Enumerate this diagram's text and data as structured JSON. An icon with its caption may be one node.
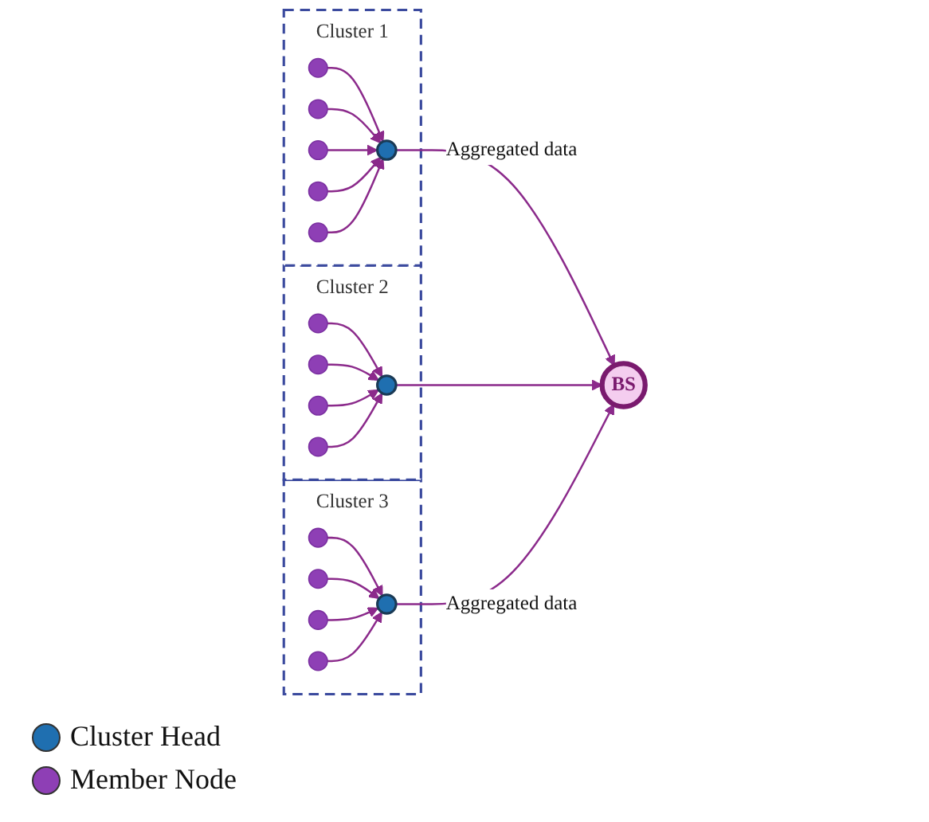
{
  "diagram": {
    "nodes": [
      {
        "text": [
          "Cluster 1"
        ]
      },
      {
        "text": [],
        "shape": "circle",
        "in": 0
      },
      {
        "text": [],
        "shape": "circle",
        "in": 0
      },
      {
        "text": [],
        "shape": "circle",
        "in": 0
      },
      {
        "text": [],
        "shape": "circle",
        "in": 0
      },
      {
        "text": [],
        "shape": "circle",
        "in": 0
      },
      {
        "text": [],
        "shape": "circle",
        "in": 0
      },
      {
        "text": [
          "BS"
        ]
      },
      {
        "text": [
          "Cluster 2"
        ]
      },
      {
        "text": [],
        "shape": "circle",
        "in": 8
      },
      {
        "text": [],
        "shape": "circle",
        "in": 8
      },
      {
        "text": [],
        "shape": "circle",
        "in": 8
      },
      {
        "text": [],
        "shape": "circle",
        "in": 8
      },
      {
        "text": [],
        "shape": "circle",
        "in": 8
      },
      {
        "text": [
          "Cluster 3"
        ]
      },
      {
        "text": [],
        "shape": "circle",
        "in": 14
      },
      {
        "text": [],
        "shape": "circle",
        "in": 14
      },
      {
        "text": [],
        "shape": "circle",
        "in": 14
      },
      {
        "text": [],
        "shape": "circle",
        "in": 14
      },
      {
        "text": [],
        "shape": "circle",
        "in": 14
      }
    ],
    "edges": [
      {
        "from": 2,
        "to": 1,
        "arrow": "to"
      },
      {
        "from": 3,
        "to": 1,
        "arrow": "to"
      },
      {
        "from": 4,
        "to": 1,
        "arrow": "to"
      },
      {
        "from": 5,
        "to": 1,
        "arrow": "to"
      },
      {
        "from": 6,
        "to": 1,
        "arrow": "to"
      },
      {
        "from": 1,
        "to": 7,
        "label": "Aggregated data",
        "arrow": "to"
      },
      {
        "from": 10,
        "to": 9,
        "arrow": "to"
      },
      {
        "from": 11,
        "to": 9,
        "arrow": "to"
      },
      {
        "from": 12,
        "to": 9,
        "arrow": "to"
      },
      {
        "from": 13,
        "to": 9,
        "arrow": "to"
      },
      {
        "from": 9,
        "to": 7,
        "arrow": "to"
      },
      {
        "from": 16,
        "to": 15,
        "arrow": "to"
      },
      {
        "from": 17,
        "to": 15,
        "arrow": "to"
      },
      {
        "from": 18,
        "to": 15,
        "arrow": "to"
      },
      {
        "from": 19,
        "to": 15,
        "arrow": "to"
      },
      {
        "from": 15,
        "to": 7,
        "label": "Aggregated data",
        "arrow": "to"
      }
    ],
    "legend": [
      {
        "text": "Cluster Head",
        "color": "#1f6fb0"
      },
      {
        "text": "Member Node",
        "color": "#8e3fb5"
      }
    ]
  }
}
